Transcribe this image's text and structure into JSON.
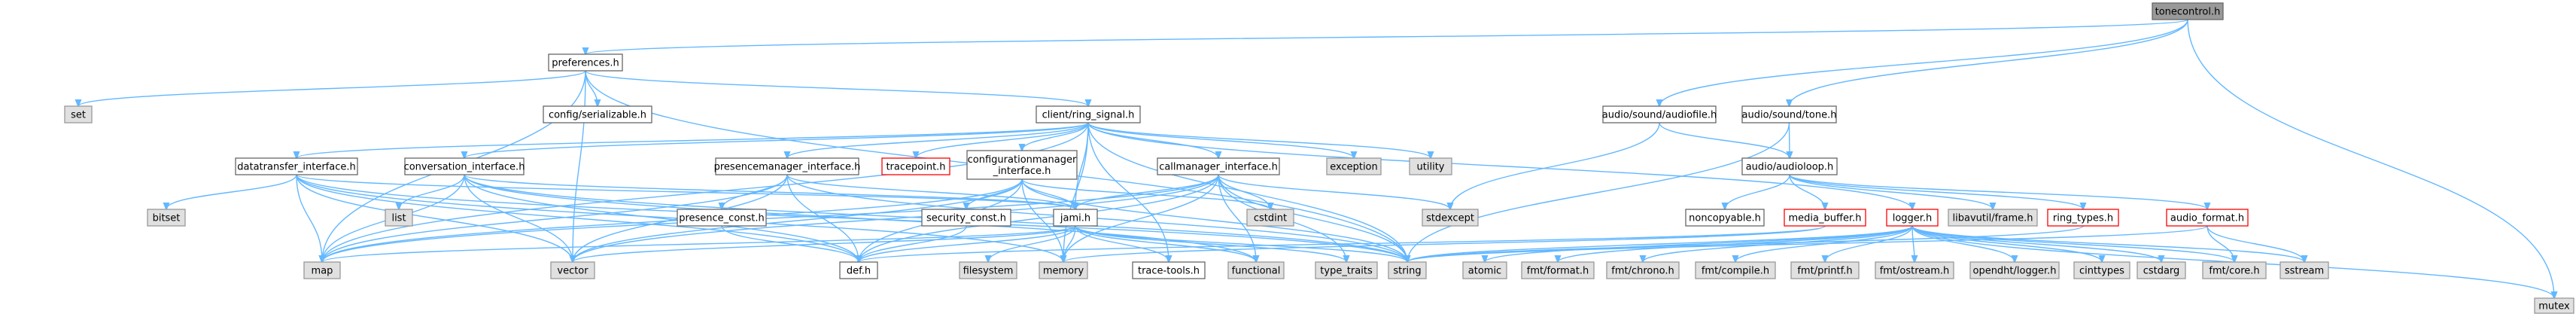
{
  "colors": {
    "edge": "#63b8ff",
    "box_border": "#666666",
    "root_fill": "#999999",
    "root_border": "#666666",
    "normal_fill": "#ffffff",
    "system_fill": "#e0e0e0",
    "system_border": "#999999",
    "incomplete_border": "#ff0000",
    "text": "#000000"
  },
  "nodes": [
    {
      "id": "tonecontrol",
      "label": "tonecontrol.h",
      "kind": "root"
    },
    {
      "id": "preferences",
      "label": "preferences.h",
      "kind": "normal"
    },
    {
      "id": "audiofile",
      "label": "audio/sound/audiofile.h",
      "kind": "normal"
    },
    {
      "id": "tone",
      "label": "audio/sound/tone.h",
      "kind": "normal"
    },
    {
      "id": "mutex",
      "label": "mutex",
      "kind": "system"
    },
    {
      "id": "set",
      "label": "set",
      "kind": "system"
    },
    {
      "id": "serializable",
      "label": "config/serializable.h",
      "kind": "normal"
    },
    {
      "id": "ring_signal",
      "label": "client/ring_signal.h",
      "kind": "normal"
    },
    {
      "id": "audioloop",
      "label": "audio/audioloop.h",
      "kind": "normal"
    },
    {
      "id": "datatransfer",
      "label": "datatransfer_interface.h",
      "kind": "normal"
    },
    {
      "id": "conversation",
      "label": "conversation_interface.h",
      "kind": "normal"
    },
    {
      "id": "presencemanager",
      "label": "presencemanager_interface.h",
      "kind": "normal"
    },
    {
      "id": "tracepoint",
      "label": "tracepoint.h",
      "kind": "incomplete"
    },
    {
      "id": "configurationmanager",
      "label": "configurationmanager\n_interface.h",
      "kind": "normal"
    },
    {
      "id": "callmanager",
      "label": "callmanager_interface.h",
      "kind": "normal"
    },
    {
      "id": "exception",
      "label": "exception",
      "kind": "system"
    },
    {
      "id": "utility",
      "label": "utility",
      "kind": "system"
    },
    {
      "id": "bitset",
      "label": "bitset",
      "kind": "system"
    },
    {
      "id": "list",
      "label": "list",
      "kind": "system"
    },
    {
      "id": "presence_const",
      "label": "presence_const.h",
      "kind": "normal"
    },
    {
      "id": "security_const",
      "label": "security_const.h",
      "kind": "normal"
    },
    {
      "id": "jami",
      "label": "jami.h",
      "kind": "normal"
    },
    {
      "id": "cstdint",
      "label": "cstdint",
      "kind": "system"
    },
    {
      "id": "stdexcept",
      "label": "stdexcept",
      "kind": "system"
    },
    {
      "id": "noncopyable",
      "label": "noncopyable.h",
      "kind": "normal"
    },
    {
      "id": "media_buffer",
      "label": "media_buffer.h",
      "kind": "incomplete"
    },
    {
      "id": "logger",
      "label": "logger.h",
      "kind": "incomplete"
    },
    {
      "id": "libavutil_frame",
      "label": "libavutil/frame.h",
      "kind": "system"
    },
    {
      "id": "ring_types",
      "label": "ring_types.h",
      "kind": "incomplete"
    },
    {
      "id": "audio_format",
      "label": "audio_format.h",
      "kind": "incomplete"
    },
    {
      "id": "map",
      "label": "map",
      "kind": "system"
    },
    {
      "id": "vector",
      "label": "vector",
      "kind": "system"
    },
    {
      "id": "def",
      "label": "def.h",
      "kind": "normal"
    },
    {
      "id": "filesystem",
      "label": "filesystem",
      "kind": "system"
    },
    {
      "id": "memory",
      "label": "memory",
      "kind": "system"
    },
    {
      "id": "trace_tools",
      "label": "trace-tools.h",
      "kind": "normal"
    },
    {
      "id": "functional",
      "label": "functional",
      "kind": "system"
    },
    {
      "id": "type_traits",
      "label": "type_traits",
      "kind": "system"
    },
    {
      "id": "string",
      "label": "string",
      "kind": "system"
    },
    {
      "id": "atomic",
      "label": "atomic",
      "kind": "system"
    },
    {
      "id": "fmt_format",
      "label": "fmt/format.h",
      "kind": "system"
    },
    {
      "id": "fmt_chrono",
      "label": "fmt/chrono.h",
      "kind": "system"
    },
    {
      "id": "fmt_compile",
      "label": "fmt/compile.h",
      "kind": "system"
    },
    {
      "id": "fmt_printf",
      "label": "fmt/printf.h",
      "kind": "system"
    },
    {
      "id": "fmt_ostream",
      "label": "fmt/ostream.h",
      "kind": "system"
    },
    {
      "id": "opendht_logger",
      "label": "opendht/logger.h",
      "kind": "system"
    },
    {
      "id": "cinttypes",
      "label": "cinttypes",
      "kind": "system"
    },
    {
      "id": "cstdarg",
      "label": "cstdarg",
      "kind": "system"
    },
    {
      "id": "fmt_core",
      "label": "fmt/core.h",
      "kind": "system"
    },
    {
      "id": "sstream",
      "label": "sstream",
      "kind": "system"
    }
  ],
  "edges": [
    [
      "tonecontrol",
      "preferences"
    ],
    [
      "tonecontrol",
      "audiofile"
    ],
    [
      "tonecontrol",
      "tone"
    ],
    [
      "tonecontrol",
      "mutex"
    ],
    [
      "preferences",
      "set"
    ],
    [
      "preferences",
      "serializable"
    ],
    [
      "preferences",
      "ring_signal"
    ],
    [
      "preferences",
      "map"
    ],
    [
      "preferences",
      "vector"
    ],
    [
      "preferences",
      "string"
    ],
    [
      "audiofile",
      "audioloop"
    ],
    [
      "audiofile",
      "stdexcept"
    ],
    [
      "tone",
      "audioloop"
    ],
    [
      "tone",
      "string"
    ],
    [
      "ring_signal",
      "datatransfer"
    ],
    [
      "ring_signal",
      "conversation"
    ],
    [
      "ring_signal",
      "presencemanager"
    ],
    [
      "ring_signal",
      "tracepoint"
    ],
    [
      "ring_signal",
      "configurationmanager"
    ],
    [
      "ring_signal",
      "callmanager"
    ],
    [
      "ring_signal",
      "exception"
    ],
    [
      "ring_signal",
      "utility"
    ],
    [
      "ring_signal",
      "jami"
    ],
    [
      "ring_signal",
      "logger"
    ],
    [
      "ring_signal",
      "trace_tools"
    ],
    [
      "ring_signal",
      "map"
    ],
    [
      "ring_signal",
      "memory"
    ],
    [
      "ring_signal",
      "string"
    ],
    [
      "audioloop",
      "noncopyable"
    ],
    [
      "audioloop",
      "media_buffer"
    ],
    [
      "audioloop",
      "libavutil_frame"
    ],
    [
      "audioloop",
      "ring_types"
    ],
    [
      "audioloop",
      "audio_format"
    ],
    [
      "datatransfer",
      "bitset"
    ],
    [
      "datatransfer",
      "map"
    ],
    [
      "datatransfer",
      "vector"
    ],
    [
      "datatransfer",
      "def"
    ],
    [
      "datatransfer",
      "jami"
    ],
    [
      "datatransfer",
      "memory"
    ],
    [
      "datatransfer",
      "string"
    ],
    [
      "conversation",
      "list"
    ],
    [
      "conversation",
      "map"
    ],
    [
      "conversation",
      "vector"
    ],
    [
      "conversation",
      "def"
    ],
    [
      "conversation",
      "jami"
    ],
    [
      "conversation",
      "functional"
    ],
    [
      "conversation",
      "string"
    ],
    [
      "presencemanager",
      "presence_const"
    ],
    [
      "presencemanager",
      "jami"
    ],
    [
      "presencemanager",
      "vector"
    ],
    [
      "presencemanager",
      "map"
    ],
    [
      "presencemanager",
      "def"
    ],
    [
      "presencemanager",
      "string"
    ],
    [
      "configurationmanager",
      "security_const"
    ],
    [
      "configurationmanager",
      "jami"
    ],
    [
      "configurationmanager",
      "def"
    ],
    [
      "configurationmanager",
      "vector"
    ],
    [
      "configurationmanager",
      "map"
    ],
    [
      "configurationmanager",
      "cstdint"
    ],
    [
      "configurationmanager",
      "memory"
    ],
    [
      "configurationmanager",
      "string"
    ],
    [
      "callmanager",
      "jami"
    ],
    [
      "callmanager",
      "cstdint"
    ],
    [
      "callmanager",
      "stdexcept"
    ],
    [
      "callmanager",
      "def"
    ],
    [
      "callmanager",
      "vector"
    ],
    [
      "callmanager",
      "map"
    ],
    [
      "callmanager",
      "memory"
    ],
    [
      "callmanager",
      "functional"
    ],
    [
      "callmanager",
      "string"
    ],
    [
      "callmanager",
      "type_traits"
    ],
    [
      "presence_const",
      "def"
    ],
    [
      "security_const",
      "def"
    ],
    [
      "jami",
      "def"
    ],
    [
      "jami",
      "filesystem"
    ],
    [
      "jami",
      "memory"
    ],
    [
      "jami",
      "trace_tools"
    ],
    [
      "jami",
      "functional"
    ],
    [
      "jami",
      "type_traits"
    ],
    [
      "jami",
      "string"
    ],
    [
      "jami",
      "vector"
    ],
    [
      "jami",
      "map"
    ],
    [
      "logger",
      "atomic"
    ],
    [
      "logger",
      "fmt_format"
    ],
    [
      "logger",
      "fmt_chrono"
    ],
    [
      "logger",
      "fmt_compile"
    ],
    [
      "logger",
      "fmt_printf"
    ],
    [
      "logger",
      "fmt_ostream"
    ],
    [
      "logger",
      "opendht_logger"
    ],
    [
      "logger",
      "cinttypes"
    ],
    [
      "logger",
      "cstdarg"
    ],
    [
      "logger",
      "fmt_core"
    ],
    [
      "logger",
      "sstream"
    ],
    [
      "logger",
      "mutex"
    ],
    [
      "logger",
      "string"
    ],
    [
      "ring_types",
      "string"
    ],
    [
      "audio_format",
      "fmt_core"
    ],
    [
      "audio_format",
      "sstream"
    ],
    [
      "audio_format",
      "string"
    ],
    [
      "media_buffer",
      "def"
    ],
    [
      "media_buffer",
      "memory"
    ]
  ]
}
